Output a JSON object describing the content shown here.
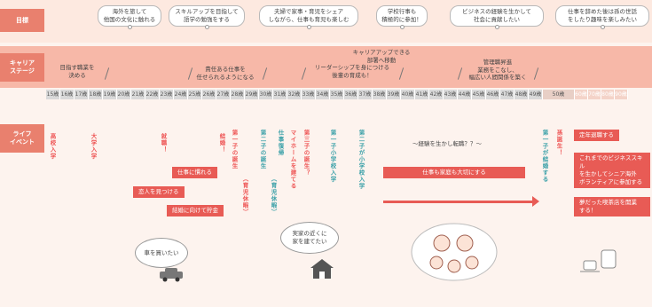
{
  "rows": {
    "goal_label": "目標",
    "career_label": "キャリア\nステージ",
    "life_label": "ライフ\nイベント"
  },
  "ages": [
    "15歳",
    "16歳",
    "17歳",
    "18歳",
    "19歳",
    "20歳",
    "21歳",
    "22歳",
    "23歳",
    "24歳",
    "25歳",
    "26歳",
    "27歳",
    "28歳",
    "29歳",
    "30歳",
    "31歳",
    "32歳",
    "33歳",
    "34歳",
    "35歳",
    "36歳",
    "37歳",
    "38歳",
    "39歳",
    "40歳",
    "41歳",
    "42歳",
    "43歳",
    "44歳",
    "45歳",
    "46歳",
    "47歳",
    "48歳",
    "49歳",
    "50歳",
    "60歳",
    "70歳",
    "80歳",
    "90歳"
  ],
  "goals": [
    "海外を旅して\n他国の文化に触れる",
    "スキルアップを目指して\n語学の勉強をする",
    "夫婦で家事・育児をシェア\nしながら、仕事も育児も楽しむ",
    "学校行事も\n積極的に参加！",
    "ビジネスの経験を生かして\n社会に貢献したい",
    "仕事を辞めた後は孫の世話\nをしたり趣味を楽しみたい"
  ],
  "career": [
    "目指す職業を\n決める",
    "責任ある仕事を\n任せられるようになる",
    "リーダーシップを身につける\n後輩の育成も！",
    "キャリアアップできる\n部署へ移動",
    "管理職昇進\n業務をこなし、\n幅広い人間関係を築く"
  ],
  "life_events": [
    "高校入学",
    "大学入学",
    "就職！",
    "結婚！",
    "第一子の誕生",
    "（育児休暇）",
    "第二子の誕生",
    "（育児休暇）",
    "仕事復帰",
    "マイホームを建てる",
    "第三子の誕生？",
    "第一子小学校入学",
    "第二子が小学校入学",
    "第一子が結婚する",
    "孫誕生！"
  ],
  "boxes": [
    "仕事に慣れる",
    "恋人を見つける",
    "結婚に向けて貯金",
    "仕事も家庭も大切にする",
    "定年退職する",
    "これまでのビジネススキル\nを生かしてシニア海外\nボランティアに参加する",
    "夢だった喫茶店を開業\nする！"
  ],
  "notes": {
    "career_change": "～経験を生かし転職？？～",
    "car": "車を買いたい",
    "home": "実家の近くに\n家を建てたい"
  }
}
